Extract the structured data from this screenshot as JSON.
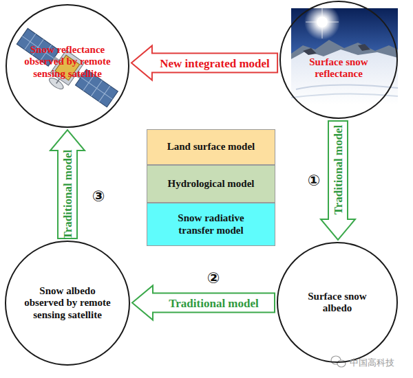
{
  "diagram": {
    "nodes": [
      {
        "text": [
          "Snow reflectance observed by remote sensing satellite"
        ]
      },
      {
        "text": [
          "Surface snow reflectance"
        ]
      },
      {
        "text": [
          "Land surface model"
        ]
      },
      {
        "text": [
          "Hydrological model"
        ]
      },
      {
        "text": [
          "Snow radiative transfer model"
        ]
      },
      {
        "text": [
          "Snow albedo observed by remote sensing satellite"
        ]
      },
      {
        "text": [
          "Surface snow albedo"
        ]
      }
    ],
    "edges": [
      {
        "from": 1,
        "to": 0,
        "arrow": "to",
        "label": "New integrated model"
      },
      {
        "from": 1,
        "to": 6,
        "arrow": "to",
        "label": "Traditional model"
      },
      {
        "from": 6,
        "to": 5,
        "arrow": "to",
        "label": "Traditional model"
      },
      {
        "from": 5,
        "to": 0,
        "arrow": "to",
        "label": "Traditional model"
      }
    ],
    "labels": [
      "①",
      "②",
      "③",
      "中国高科技"
    ]
  }
}
